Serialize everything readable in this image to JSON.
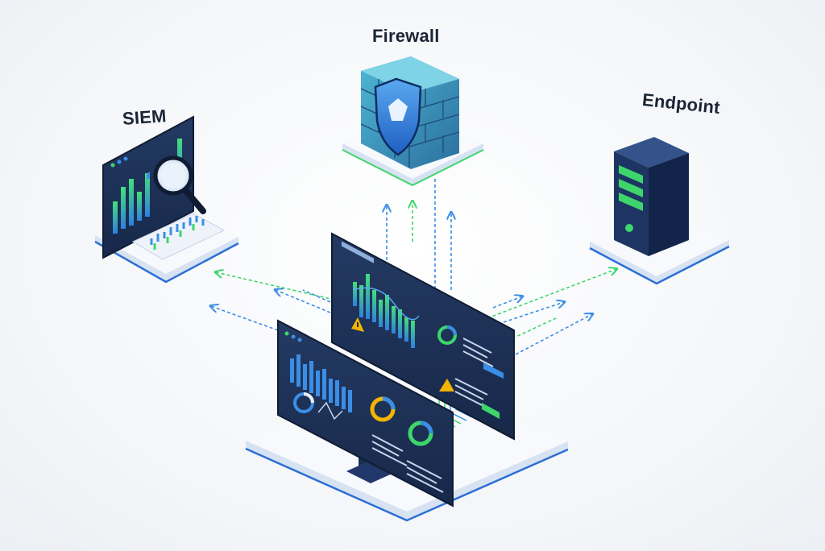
{
  "nodes": {
    "firewall": {
      "label": "Firewall",
      "icon": "shield-brick-wall-icon"
    },
    "siem": {
      "label": "SIEM",
      "icon": "magnifier-chart-icon"
    },
    "endpoint": {
      "label": "Endpoint",
      "icon": "server-tower-icon"
    }
  },
  "hub": {
    "icon": "dashboard-monitors-icon"
  },
  "colors": {
    "navy": "#1e2f52",
    "navy_dark": "#15223d",
    "blue": "#3b8ee6",
    "green": "#3ed66b",
    "teal": "#2fb7c8",
    "warning": "#f5b400",
    "platform": "#f7f9fc",
    "platform_edge": "#2c6fd6"
  }
}
